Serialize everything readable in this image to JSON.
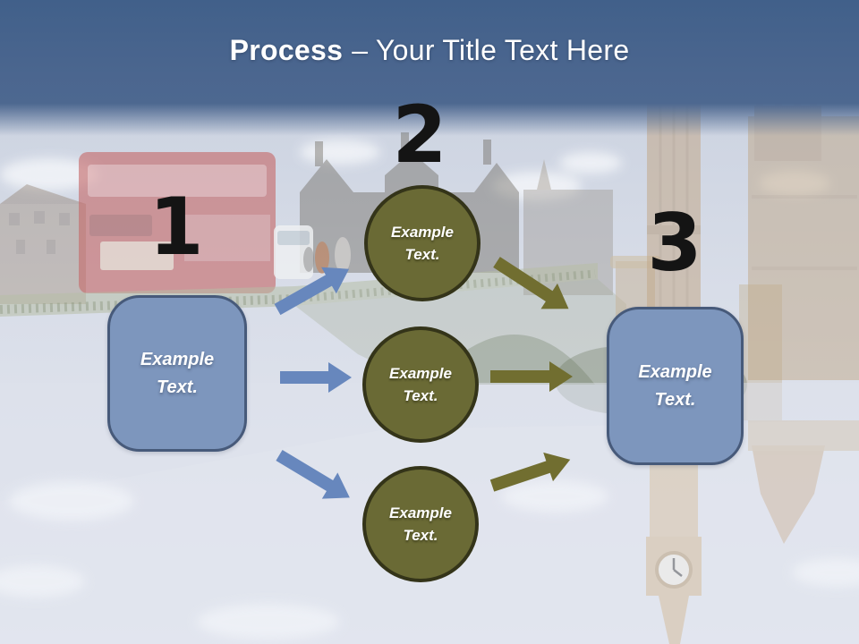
{
  "slide": {
    "title": {
      "keyword": "Process",
      "rest": "– Your Title Text Here"
    },
    "steps": [
      {
        "number": "1",
        "type": "box",
        "label": "Example\nText."
      },
      {
        "number": "2",
        "type": "circles",
        "circles": [
          {
            "label": "Example\nText."
          },
          {
            "label": "Example\nText."
          },
          {
            "label": "Example\nText."
          }
        ]
      },
      {
        "number": "3",
        "type": "box",
        "label": "Example\nText."
      }
    ],
    "background_description": "faded photo of Westminster Bridge, red double-decker bus, Big Ben and Houses of Parliament reflected in water",
    "colors": {
      "banner_blue": "#4b668f",
      "box_fill": "#7d96bd",
      "box_border": "#475a7a",
      "circle_fill": "#6a6a35",
      "circle_border": "#343419",
      "arrow_blue": "#6787bd",
      "arrow_olive": "#716e30",
      "number_black": "#141414",
      "title_white": "#ffffff"
    }
  }
}
